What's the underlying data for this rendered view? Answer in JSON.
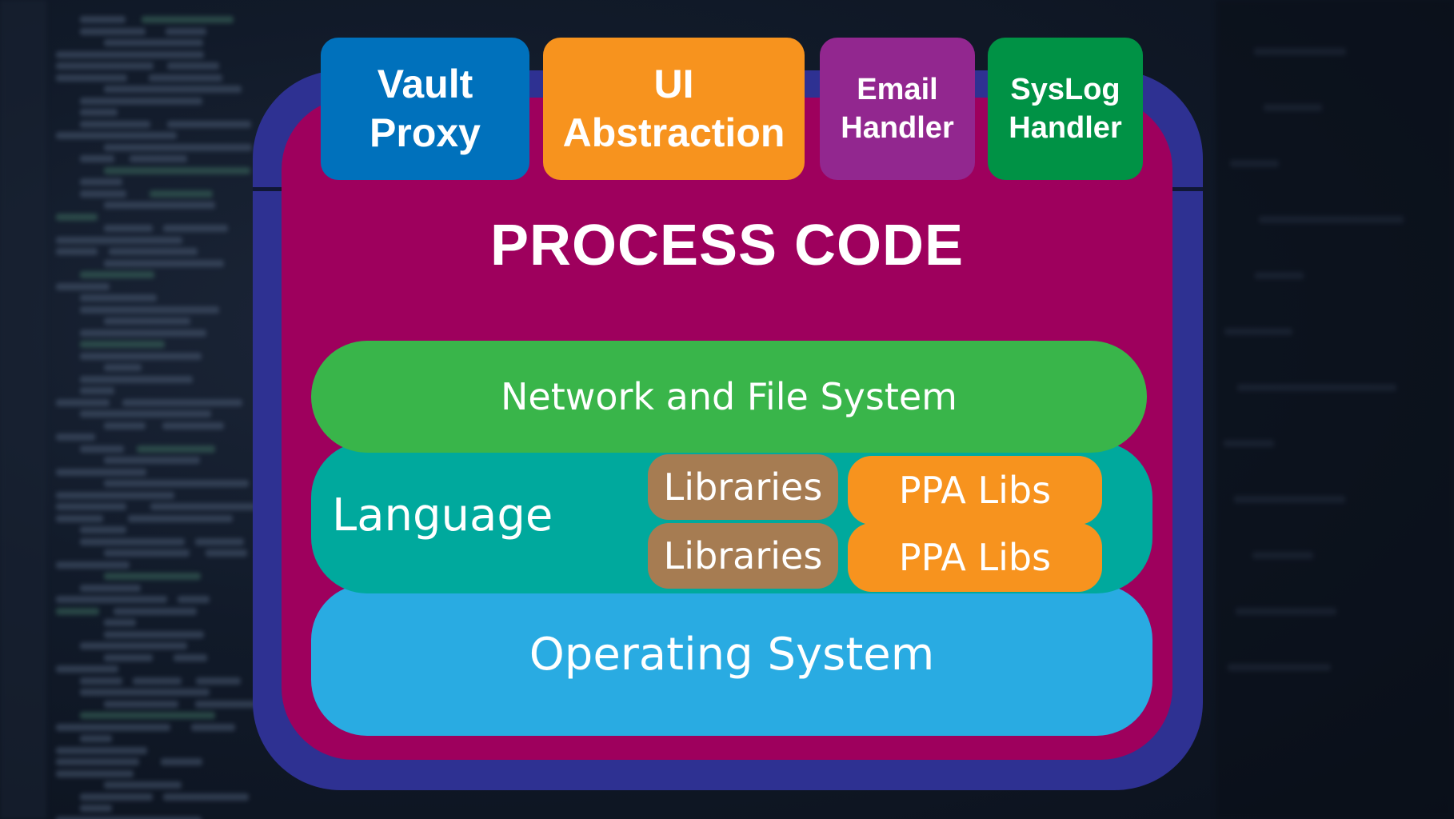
{
  "modules": {
    "vault": {
      "line1": "Vault",
      "line2": "Proxy",
      "color": "#0071bc"
    },
    "ui": {
      "line1": "UI",
      "line2": "Abstraction",
      "color": "#f7931e"
    },
    "email": {
      "line1": "Email",
      "line2": "Handler",
      "color": "#92278f"
    },
    "syslog": {
      "line1": "SysLog",
      "line2": "Handler",
      "color": "#009245"
    }
  },
  "process": {
    "title": "PROCESS CODE",
    "color": "#9e005d"
  },
  "frame": {
    "color": "#2e3192"
  },
  "layers": {
    "network": {
      "label": "Network and File System",
      "color": "#39b54a"
    },
    "language": {
      "label": "Language",
      "color": "#00a99d"
    },
    "os": {
      "label": "Operating System",
      "color": "#29abe2"
    }
  },
  "libraries": {
    "items": [
      "Libraries",
      "Libraries"
    ],
    "color": "#a67c52"
  },
  "ppa_libs": {
    "items": [
      "PPA Libs",
      "PPA Libs"
    ],
    "color": "#f7931e"
  }
}
